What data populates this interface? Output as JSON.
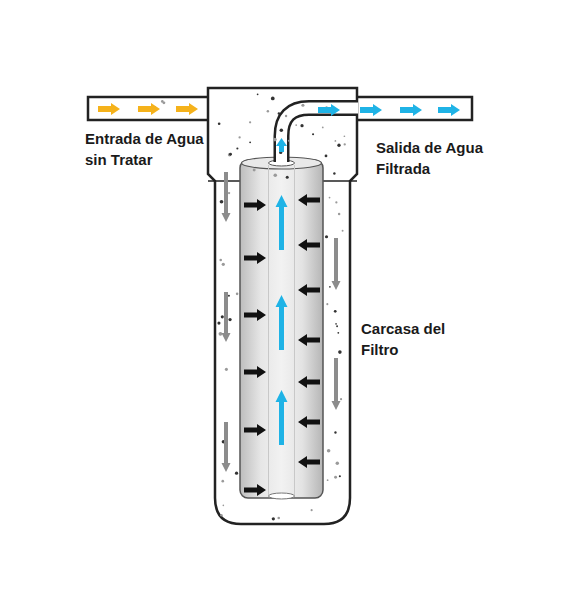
{
  "diagram": {
    "labels": [
      "Entrada de Agua sin Tratar",
      "Salida de Agua Filtrada",
      "Carcasa del Filtro"
    ]
  }
}
